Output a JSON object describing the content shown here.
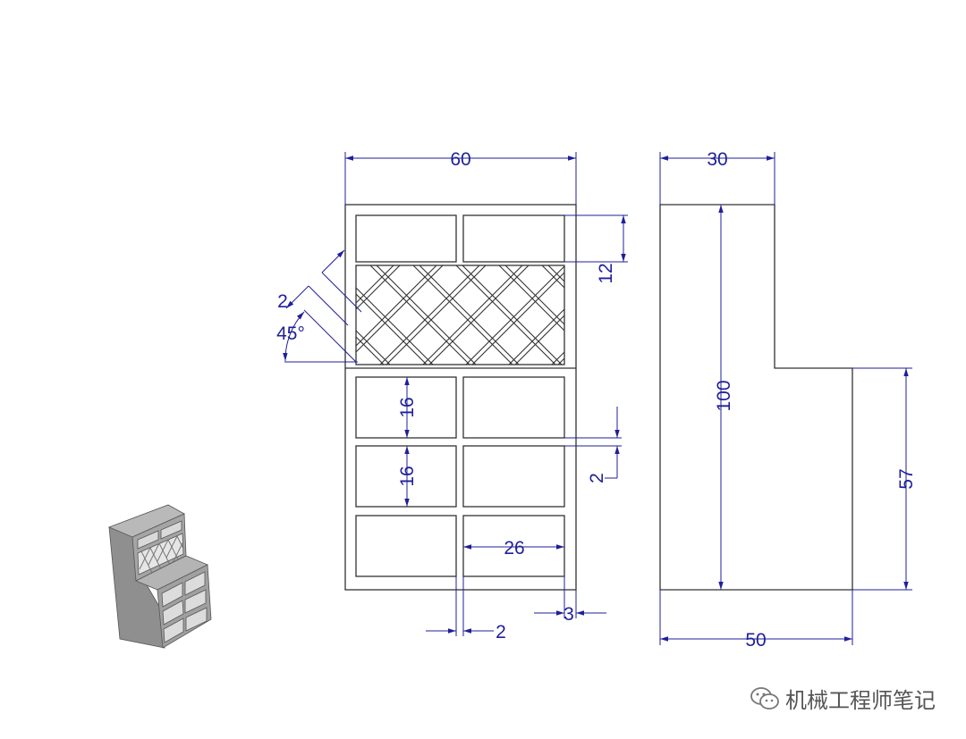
{
  "front_view": {
    "dims": {
      "width": "60",
      "row_height": "12",
      "cell_height_1": "16",
      "cell_height_2": "16",
      "gap": "2",
      "cell_width": "26",
      "wall_inner": "2",
      "wall_outer": "3",
      "mesh_bar": "2",
      "mesh_angle": "45°"
    }
  },
  "side_view": {
    "dims": {
      "top_depth": "30",
      "height": "100",
      "lower_height": "57",
      "base_depth": "50"
    }
  },
  "watermark": {
    "icon": "wechat-icon",
    "text": "机械工程师笔记"
  },
  "colors": {
    "dimension": "#1f1f9a",
    "outline": "#333333",
    "model_body": "#a7a7a7"
  }
}
